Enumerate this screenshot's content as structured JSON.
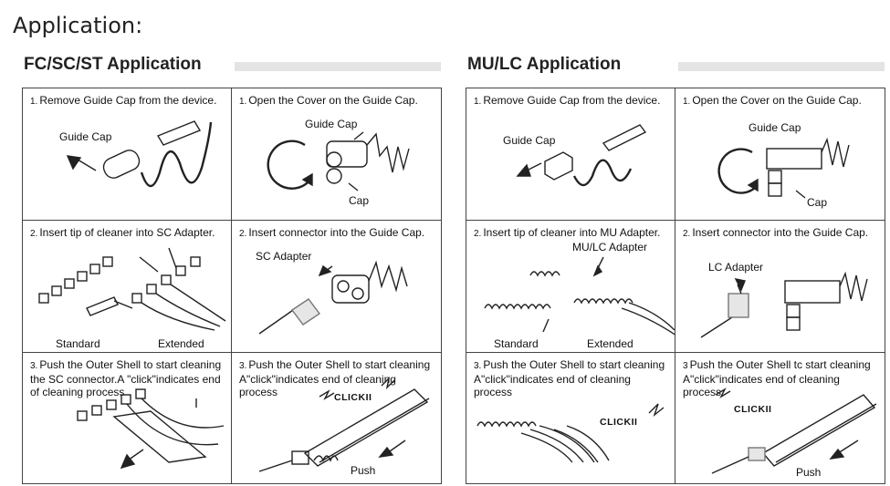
{
  "page_title": "Application:",
  "sections": [
    {
      "title": "FC/SC/ST Application",
      "steps": [
        {
          "num": "1.",
          "text": "Remove Guide Cap from the device."
        },
        {
          "num": "1.",
          "text": "Open the Cover on the Guide Cap."
        },
        {
          "num": "2.",
          "text": "Insert tip of cleaner into SC Adapter."
        },
        {
          "num": "2.",
          "text": "Insert connector into the Guide Cap."
        },
        {
          "num": "3.",
          "text": "Push the Outer Shell to start cleaning\nthe SC connector.A \"click\"indicates end\nof cleaning process"
        },
        {
          "num": "3.",
          "text": "Push the Outer Shell to start cleaning\nA\"click\"indicates end of cleaning process"
        }
      ],
      "labels": {
        "guide_cap": "Guide Cap",
        "cap": "Cap",
        "standard": "Standard",
        "extended": "Extended",
        "adapter": "SC Adapter",
        "click": "CLICKII",
        "push": "Push"
      }
    },
    {
      "title": "MU/LC Application",
      "steps": [
        {
          "num": "1.",
          "text": "Remove Guide Cap from the device."
        },
        {
          "num": "1.",
          "text": "Open the Cover on the Guide Cap."
        },
        {
          "num": "2.",
          "text": "Insert tip of cleaner into MU Adapter."
        },
        {
          "num": "2.",
          "text": "Insert connector into the Guide Cap."
        },
        {
          "num": "3.",
          "text": "Push the Outer Shell to start cleaning\nA\"click\"indicates end of cleaning process"
        },
        {
          "num": "3",
          "text": "Push the Outer Shell tc start cleaning\nA\"click\"indicates end of cleaning process"
        }
      ],
      "labels": {
        "guide_cap": "Guide Cap",
        "cap": "Cap",
        "standard": "Standard",
        "extended": "Extended",
        "adapter_top": "MU/LC Adapter",
        "adapter": "LC Adapter",
        "click": "CLICKII",
        "push": "Push"
      }
    }
  ]
}
